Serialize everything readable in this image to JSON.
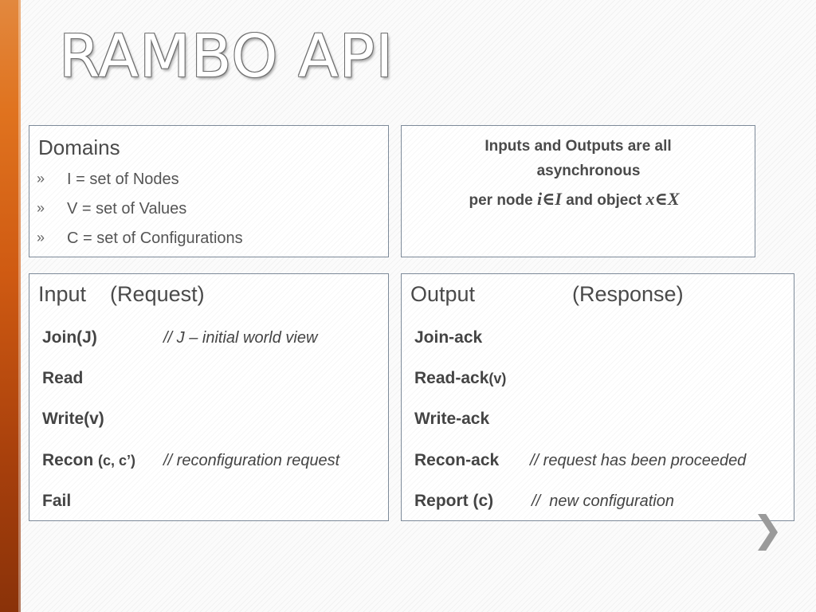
{
  "slide": {
    "title": "RAMBO API"
  },
  "domains": {
    "heading": "Domains",
    "bullet_symbol": "»",
    "items": [
      "I  = set of Nodes",
      "V = set of Values",
      "C = set of Configurations"
    ]
  },
  "async_box": {
    "line1": "Inputs and Outputs are all",
    "line2": "asynchronous",
    "line3_prefix": "per node ",
    "line3_math1": "i∈I",
    "line3_mid": " and object ",
    "line3_math2": "x∈X"
  },
  "input": {
    "heading": "Input    (Request)",
    "rows": [
      {
        "label": "Join(J)",
        "label_small": "",
        "comment": "// J – initial world view"
      },
      {
        "label": "Read",
        "label_small": "",
        "comment": ""
      },
      {
        "label": "Write(v)",
        "label_small": "",
        "comment": ""
      },
      {
        "label": "Recon ",
        "label_small": "(c, c’)",
        "comment": "// reconfiguration request"
      },
      {
        "label": "Fail",
        "label_small": "",
        "comment": ""
      }
    ]
  },
  "output": {
    "heading_left": "Output",
    "heading_right": "(Response)",
    "rows": [
      {
        "label": "Join-ack",
        "label_small": "",
        "comment": ""
      },
      {
        "label": "Read-ack",
        "label_small": "(v)",
        "comment": ""
      },
      {
        "label": "Write-ack",
        "label_small": "",
        "comment": ""
      },
      {
        "label": "Recon-ack",
        "label_small": "",
        "comment": "// request has been proceeded"
      },
      {
        "label": "Report (c)",
        "label_small": "",
        "comment": "//  new configuration"
      }
    ]
  },
  "nav": {
    "next_symbol": "❯"
  }
}
